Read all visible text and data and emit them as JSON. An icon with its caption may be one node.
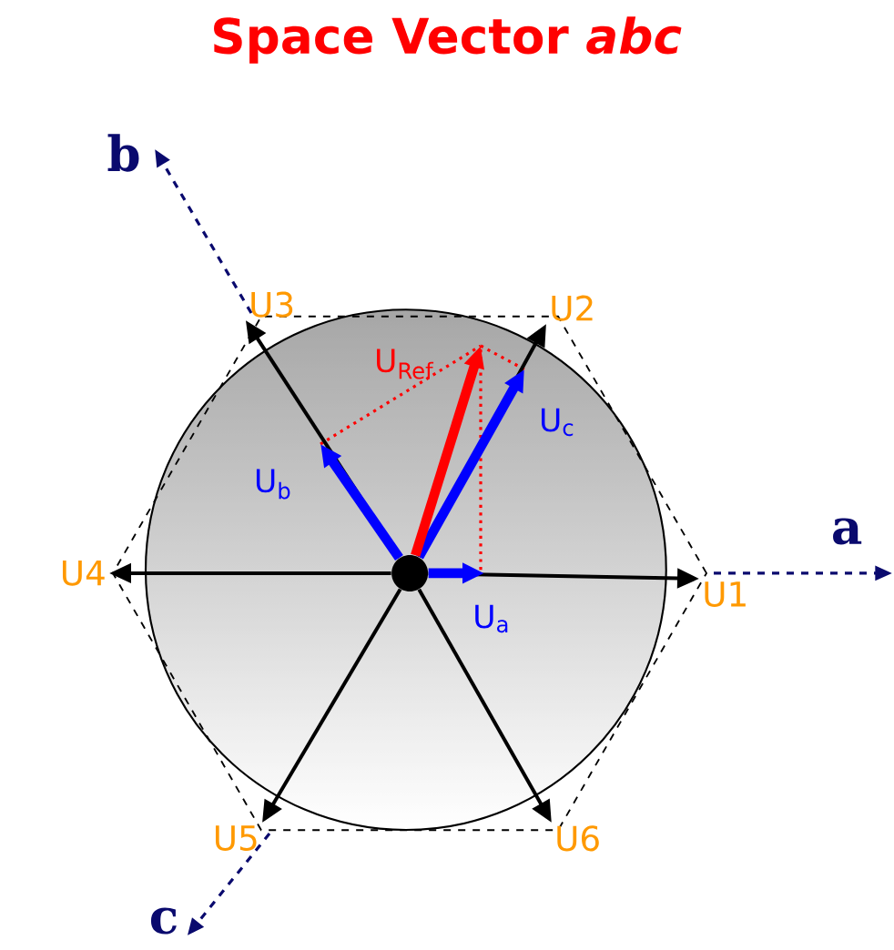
{
  "diagram": {
    "title": "Space Vector *abc*",
    "nodes": [
      {
        "text": [],
        "shape": "circle"
      },
      {
        "text": [
          "U1"
        ]
      },
      {
        "text": [
          "U2"
        ]
      },
      {
        "text": [
          "U3"
        ]
      },
      {
        "text": [
          "U4"
        ]
      },
      {
        "text": [
          "U5"
        ]
      },
      {
        "text": [
          "U6"
        ]
      }
    ],
    "edges": [
      {
        "from": 0,
        "to": 1,
        "arrow": "to"
      },
      {
        "from": 0,
        "to": 2,
        "arrow": "to"
      },
      {
        "from": 0,
        "to": 3,
        "arrow": "to"
      },
      {
        "from": 0,
        "to": 4,
        "arrow": "to"
      },
      {
        "from": 0,
        "to": 5,
        "arrow": "to"
      },
      {
        "from": 0,
        "to": 6,
        "arrow": "to"
      },
      {
        "from": 0,
        "to": null,
        "arrow": "to",
        "label": "U$_{a}$",
        "style": "thick",
        "color": "#0000ff"
      },
      {
        "from": 0,
        "to": null,
        "arrow": "to",
        "label": "U$_{b}$",
        "style": "thick",
        "color": "#0000ff"
      },
      {
        "from": 0,
        "to": null,
        "arrow": "to",
        "label": "U$_{c}$",
        "style": "thick",
        "color": "#0000ff"
      },
      {
        "from": 0,
        "to": null,
        "arrow": "to",
        "label": "U$_{Ref}$",
        "style": "thick",
        "color": "#ff0000"
      }
    ],
    "labels": [
      "b",
      "a",
      "c"
    ]
  }
}
